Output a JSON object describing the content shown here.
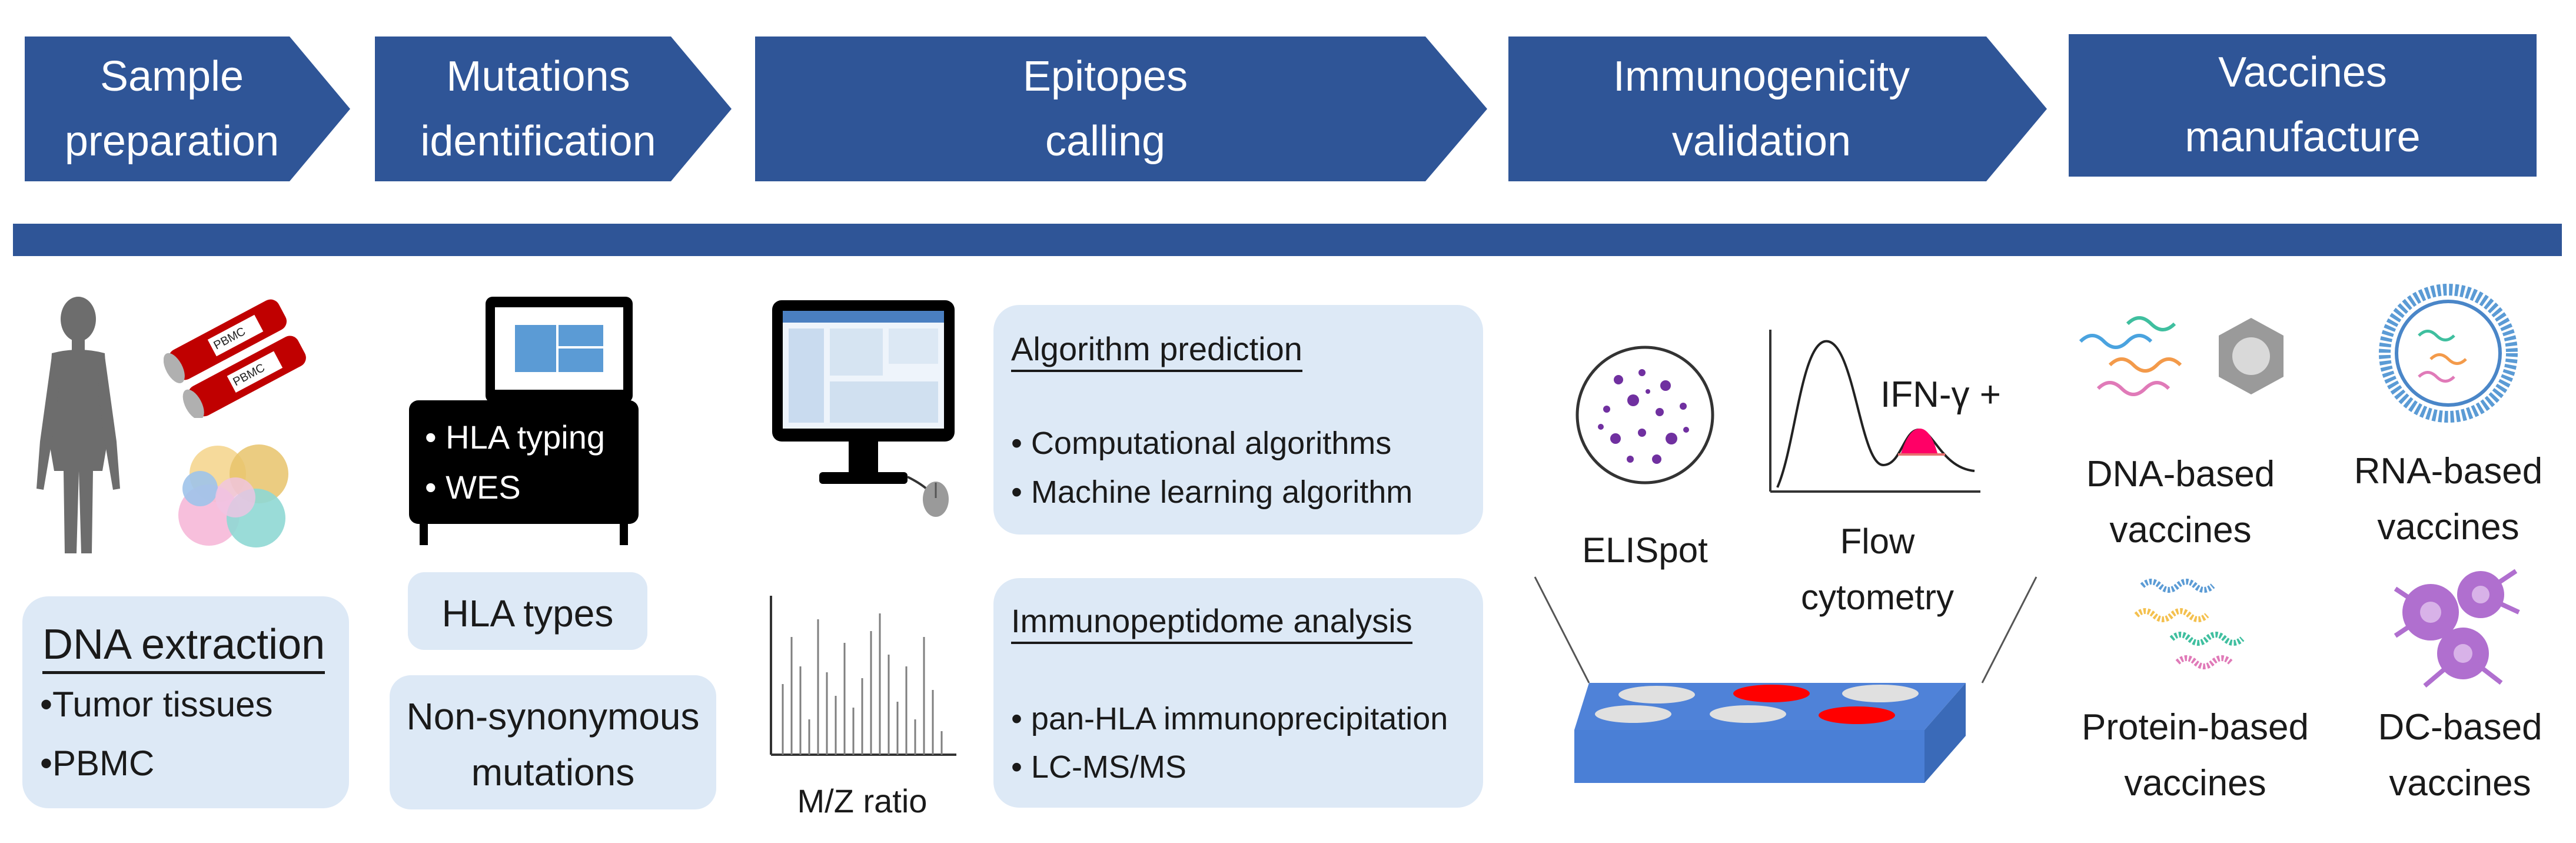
{
  "stages": [
    {
      "line1": "Sample",
      "line2": "preparation"
    },
    {
      "line1": "Mutations",
      "line2": "identification"
    },
    {
      "line1": "Epitopes",
      "line2": "calling"
    },
    {
      "line1": "Immunogenicity",
      "line2": "validation"
    },
    {
      "line1": "Vaccines",
      "line2": "manufacture"
    }
  ],
  "sample": {
    "tube_label": "PBMC",
    "card_title": "DNA extraction",
    "items": [
      "•Tumor tissues",
      "•PBMC"
    ]
  },
  "mutations": {
    "sequencer_items": [
      "•  HLA typing",
      "•  WES"
    ],
    "hla_types": "HLA types",
    "nonsyn_line1": "Non-synonymous",
    "nonsyn_line2": "mutations"
  },
  "epitopes": {
    "algo_title": "Algorithm prediction",
    "algo_items": [
      "• Computational algorithms",
      "• Machine learning algorithm"
    ],
    "immuno_title": "Immunopeptidome analysis",
    "immuno_items": [
      "• pan-HLA immunoprecipitation",
      "• LC-MS/MS"
    ],
    "mz_label": "M/Z ratio"
  },
  "validation": {
    "elispot": "ELISpot",
    "flow_line1": "Flow",
    "flow_line2": "cytometry",
    "ifn": "IFN-γ +"
  },
  "vaccines": {
    "dna_line1": "DNA-based",
    "dna_line2": "vaccines",
    "rna_line1": "RNA-based",
    "rna_line2": "vaccines",
    "protein_line1": "Protein-based",
    "protein_line2": "vaccines",
    "dc_line1": "DC-based",
    "dc_line2": "vaccines"
  },
  "colors": {
    "stage_blue": "#2f5597",
    "card_bg": "#dde9f6",
    "red": "#ff0000"
  }
}
